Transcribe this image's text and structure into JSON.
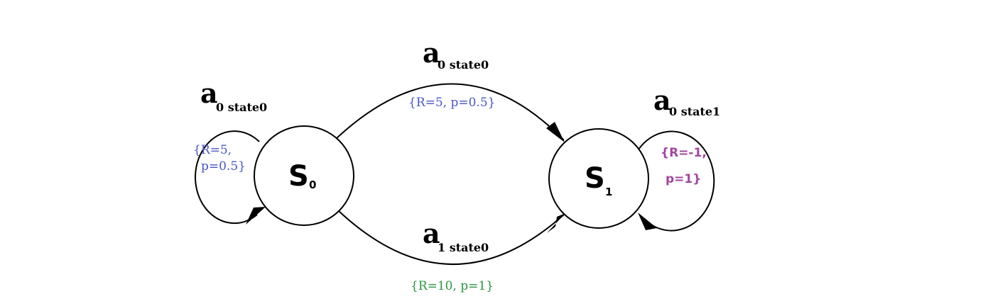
{
  "colors": {
    "blue": "#4a55c8",
    "green": "#2a9440",
    "purple": "#a0479e"
  },
  "states": {
    "s0": {
      "main": "S",
      "sub": "0"
    },
    "s1": {
      "main": "S",
      "sub": "1"
    }
  },
  "transitions": {
    "s0_self": {
      "action": "a",
      "sub": "0 state0",
      "reward_line1": "{R=5,",
      "reward_line2": "p=0.5}"
    },
    "s0_to_s1_top": {
      "action": "a",
      "sub": "0 state0",
      "reward": "{R=5, p=0.5}"
    },
    "s0_to_s1_bottom": {
      "action": "a",
      "sub": "1 state0",
      "reward": "{R=10, p=1}"
    },
    "s1_self": {
      "action": "a",
      "sub": "0 state1",
      "reward_line1": "{R=-1,",
      "reward_line2": "p=1}"
    }
  }
}
